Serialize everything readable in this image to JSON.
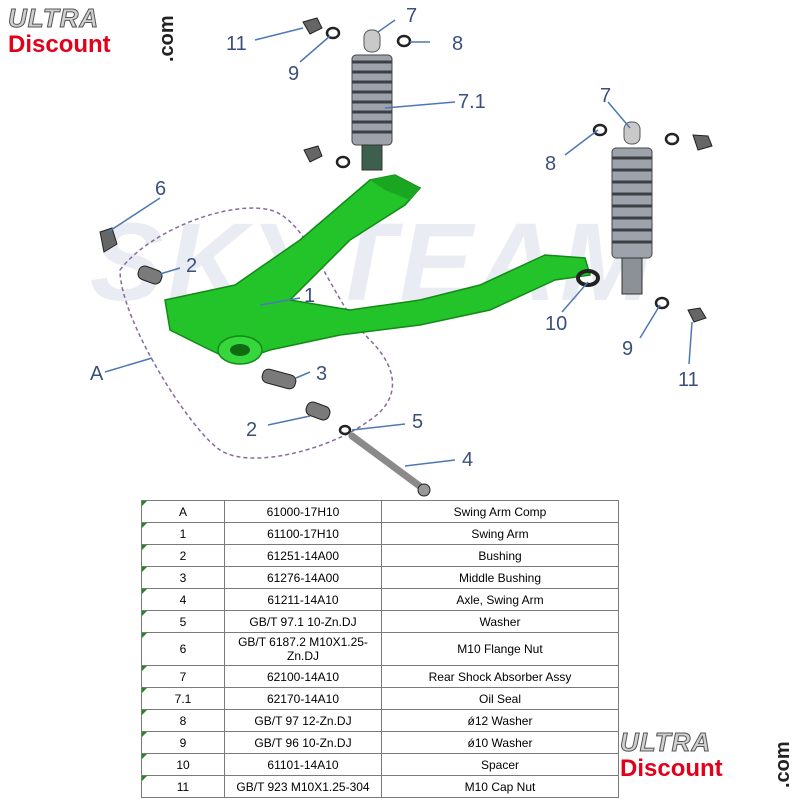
{
  "logo_top": {
    "ultra": "ULTRA",
    "discount": "Discount",
    "com": ".com"
  },
  "logo_bottom": {
    "ultra": "ULTRA",
    "discount": "Discount",
    "com": ".com"
  },
  "watermark": "SKYTEAM",
  "callouts": {
    "c11a": "11",
    "c9a": "9",
    "c7a": "7",
    "c8a": "8",
    "c71": "7.1",
    "c7b": "7",
    "c8b": "8",
    "c6": "6",
    "c2a": "2",
    "c1": "1",
    "cA": "A",
    "c10": "10",
    "c9b": "9",
    "c11b": "11",
    "c3": "3",
    "c2b": "2",
    "c5": "5",
    "c4": "4"
  },
  "colors": {
    "part_green": "#22c42a",
    "callout": "#3b4f7d",
    "table_marker": "#1e8c1e",
    "group_outline": "#8a6a9a"
  },
  "parts_table": {
    "rows": [
      {
        "ref": "A",
        "part_no": "61000-17H10",
        "desc": "Swing Arm Comp"
      },
      {
        "ref": "1",
        "part_no": "61100-17H10",
        "desc": "Swing Arm"
      },
      {
        "ref": "2",
        "part_no": "61251-14A00",
        "desc": "Bushing"
      },
      {
        "ref": "3",
        "part_no": "61276-14A00",
        "desc": "Middle Bushing"
      },
      {
        "ref": "4",
        "part_no": "61211-14A10",
        "desc": "Axle, Swing Arm"
      },
      {
        "ref": "5",
        "part_no": "GB/T 97.1 10-Zn.DJ",
        "desc": "Washer"
      },
      {
        "ref": "6",
        "part_no": "GB/T 6187.2 M10X1.25-Zn.DJ",
        "desc": "M10 Flange Nut"
      },
      {
        "ref": "7",
        "part_no": "62100-14A10",
        "desc": "Rear Shock Absorber Assy"
      },
      {
        "ref": "7.1",
        "part_no": "62170-14A10",
        "desc": "Oil Seal"
      },
      {
        "ref": "8",
        "part_no": "GB/T 97 12-Zn.DJ",
        "desc": "ǿ12 Washer"
      },
      {
        "ref": "9",
        "part_no": "GB/T 96 10-Zn.DJ",
        "desc": "ǿ10 Washer"
      },
      {
        "ref": "10",
        "part_no": "61101-14A10",
        "desc": "Spacer"
      },
      {
        "ref": "11",
        "part_no": "GB/T 923 M10X1.25-304",
        "desc": "M10 Cap Nut"
      }
    ]
  }
}
